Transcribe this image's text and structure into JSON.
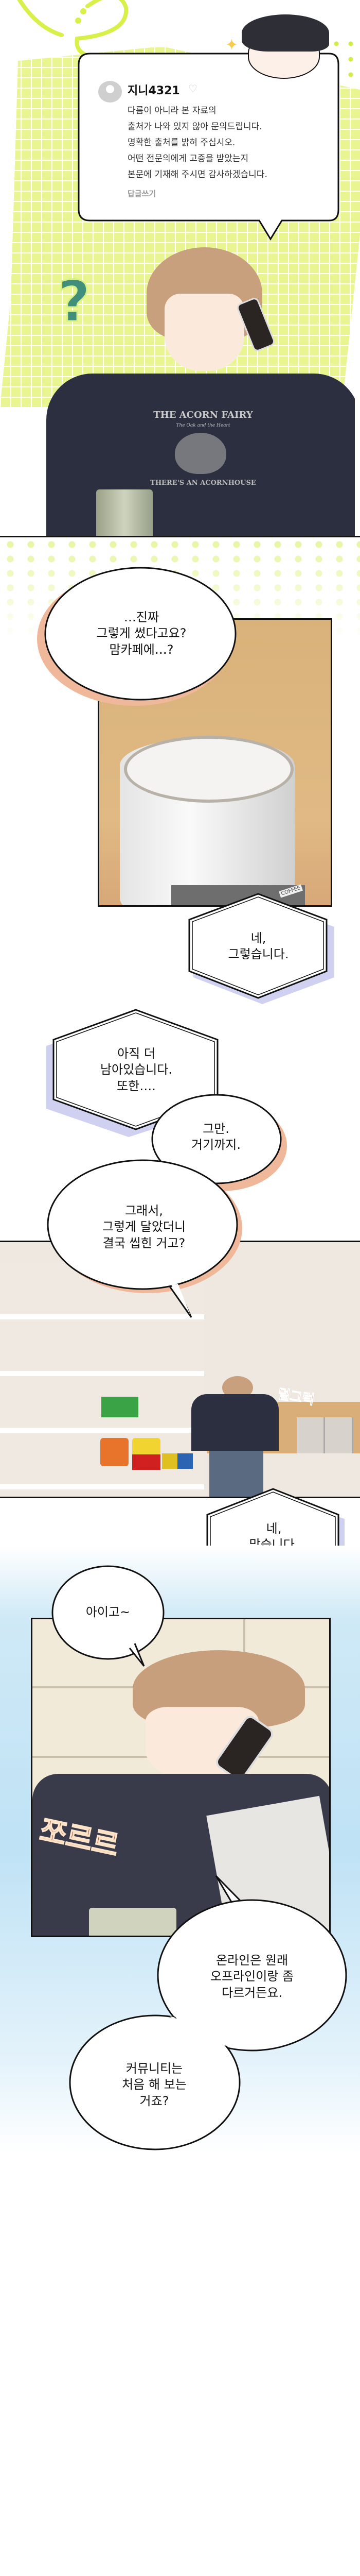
{
  "comment": {
    "username": "지니4321",
    "lines": [
      "다름이 아니라 본 자료의",
      "출처가 나와 있지 않아 문의드립니다.",
      "명확한 출처를 밝혀 주십시오.",
      "어떤 전문의에게 고증을 받았는지",
      "본문에 기재해 주시면 감사하겠습니다."
    ],
    "reply_label": "답글쓰기"
  },
  "shirt": {
    "top": "THE ACORN FAIRY",
    "sub": "The Oak and the Heart",
    "bottom": "THERE'S AN ACORNHOUSE"
  },
  "dialogue": {
    "b1": [
      "…진짜",
      "그렇게 썼다고요?",
      "맘카페에…?"
    ],
    "h1": [
      "네,",
      "그렇습니다."
    ],
    "h2": [
      "아직 더",
      "남아있습니다.",
      "또한…."
    ],
    "b2": [
      "그만.",
      "거기까지."
    ],
    "b3": [
      "그래서,",
      "그렇게 달았더니",
      "결국 씹힌 거고?"
    ],
    "h3": [
      "네,",
      "맞습니다."
    ],
    "b4": [
      "아이고~"
    ],
    "b5": [
      "온라인은 원래",
      "오프라인이랑 좀",
      "다르거든요."
    ],
    "b6": [
      "커뮤니티는",
      "처음 해 보는",
      "거죠?"
    ]
  },
  "sfx": {
    "rattle": "덜그럭",
    "pour": "쪼르르"
  },
  "props": {
    "coffee_label": "COFFEE",
    "question_mark": "?"
  },
  "colors": {
    "accent_green": "#e8f590",
    "ink": "#111111",
    "bubble_shadow": "#f0b89a",
    "hex_shadow": "#c8c8f0",
    "shirt": "#2c2f3f"
  }
}
